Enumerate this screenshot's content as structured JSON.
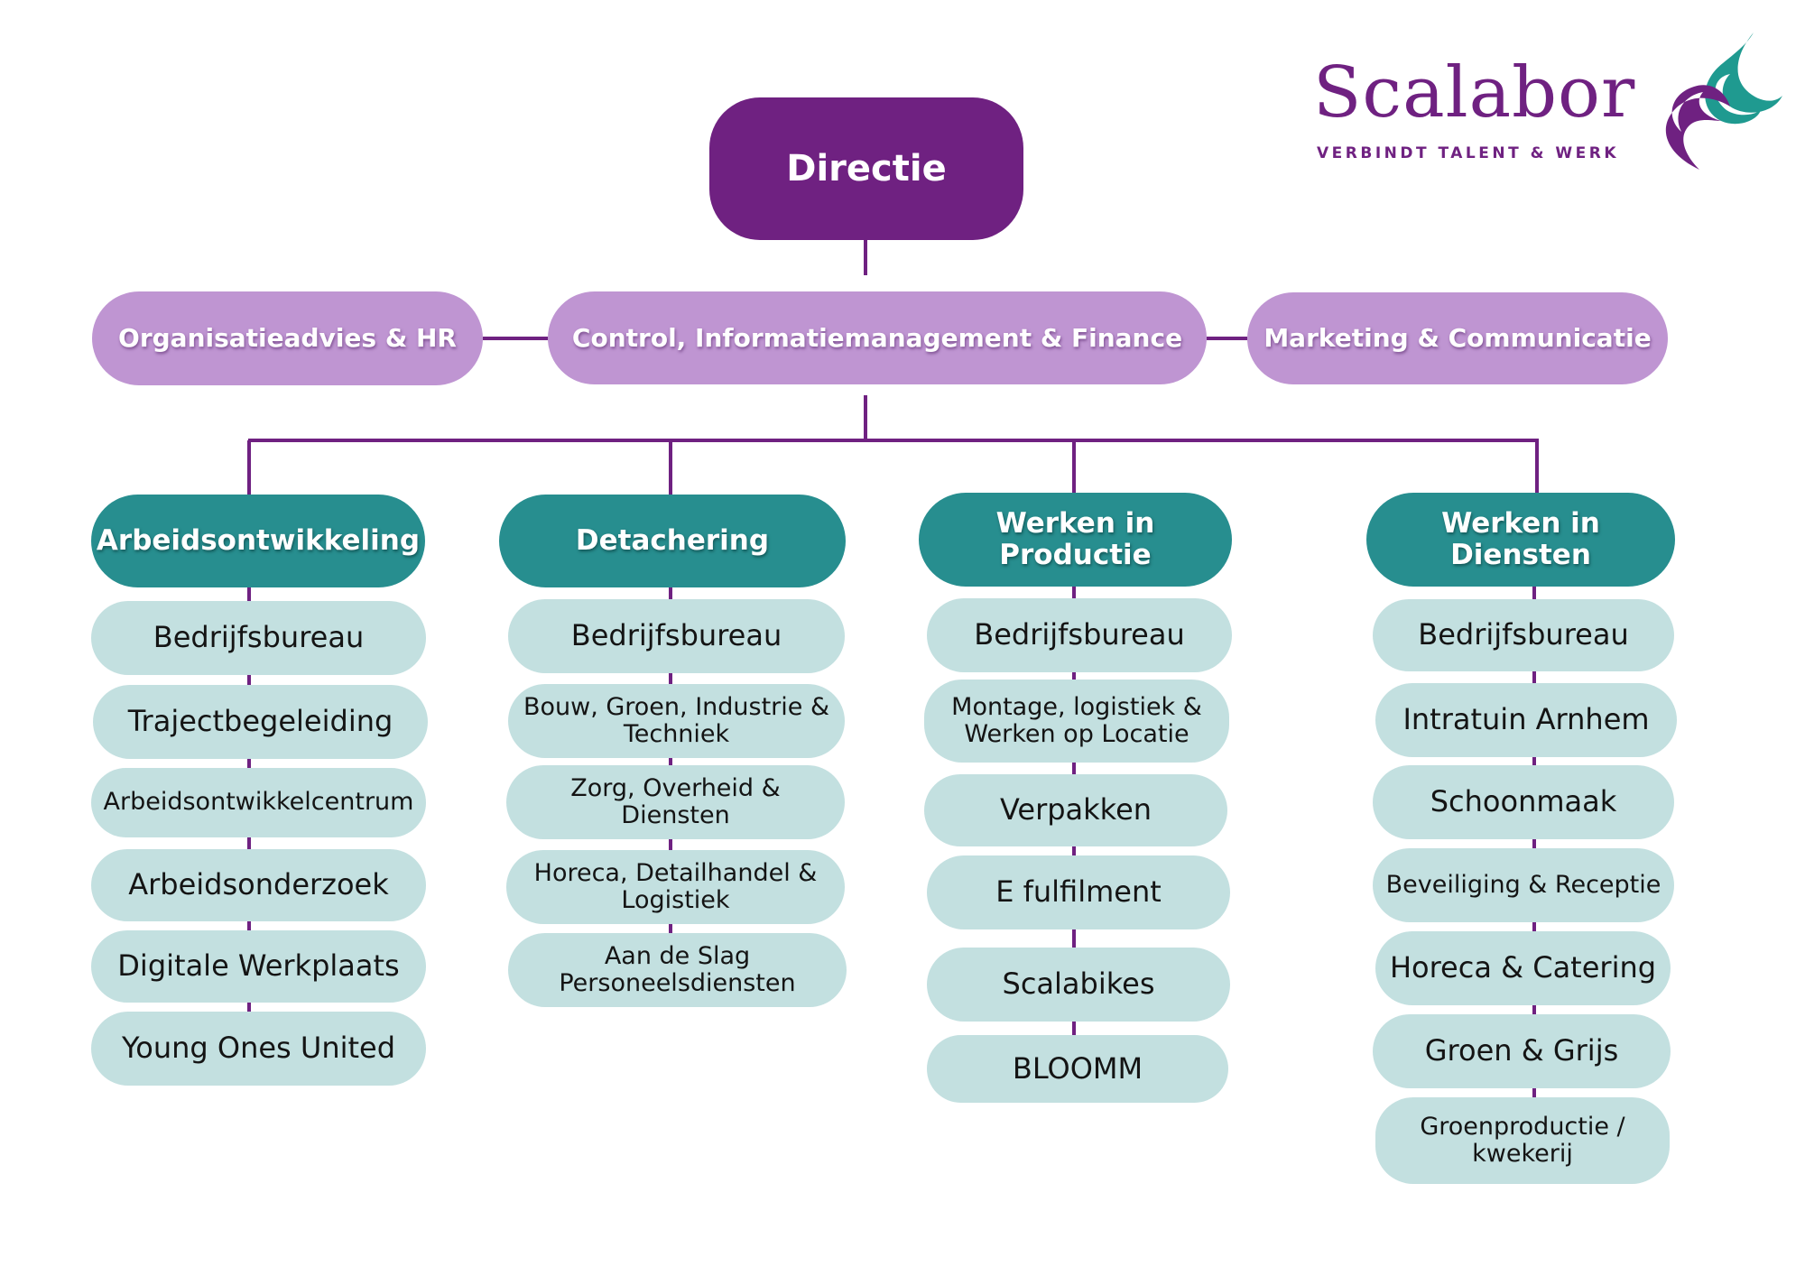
{
  "logo": {
    "name": "Scalabor",
    "tagline": "VERBINDT TALENT & WERK",
    "purple": "#6f2181",
    "teal": "#1f9a90",
    "icon": "scalabor-swirl-icon"
  },
  "directie": {
    "label": "Directie",
    "color": "#6f2181"
  },
  "staff": [
    {
      "label": "Organisatieadvies & HR"
    },
    {
      "label": "Control, Informatiemanagement & Finance"
    },
    {
      "label": "Marketing & Communicatie"
    }
  ],
  "staff_color": "#bf95d2",
  "line_color": "#6f2181",
  "division_color": "#278e8f",
  "unit_color": "#c3e0e0",
  "divisions": [
    {
      "label": "Arbeidsontwikkeling",
      "units": [
        "Bedrijfsbureau",
        "Trajectbegeleiding",
        "Arbeidsontwikkelcentrum",
        "Arbeidsonderzoek",
        "Digitale Werkplaats",
        "Young Ones United"
      ]
    },
    {
      "label": "Detachering",
      "units": [
        "Bedrijfsbureau",
        "Bouw, Groen, Industrie & Techniek",
        "Zorg, Overheid & Diensten",
        "Horeca, Detailhandel & Logistiek",
        "Aan de Slag Personeelsdiensten"
      ]
    },
    {
      "label": "Werken in Productie",
      "units": [
        "Bedrijfsbureau",
        "Montage, logistiek & Werken op Locatie",
        "Verpakken",
        "E fulfilment",
        "Scalabikes",
        "BLOOMM"
      ]
    },
    {
      "label": "Werken in Diensten",
      "units": [
        "Bedrijfsbureau",
        "Intratuin Arnhem",
        "Schoonmaak",
        "Beveiliging & Receptie",
        "Horeca & Catering",
        "Groen & Grijs",
        "Groenproductie / kwekerij"
      ]
    }
  ]
}
